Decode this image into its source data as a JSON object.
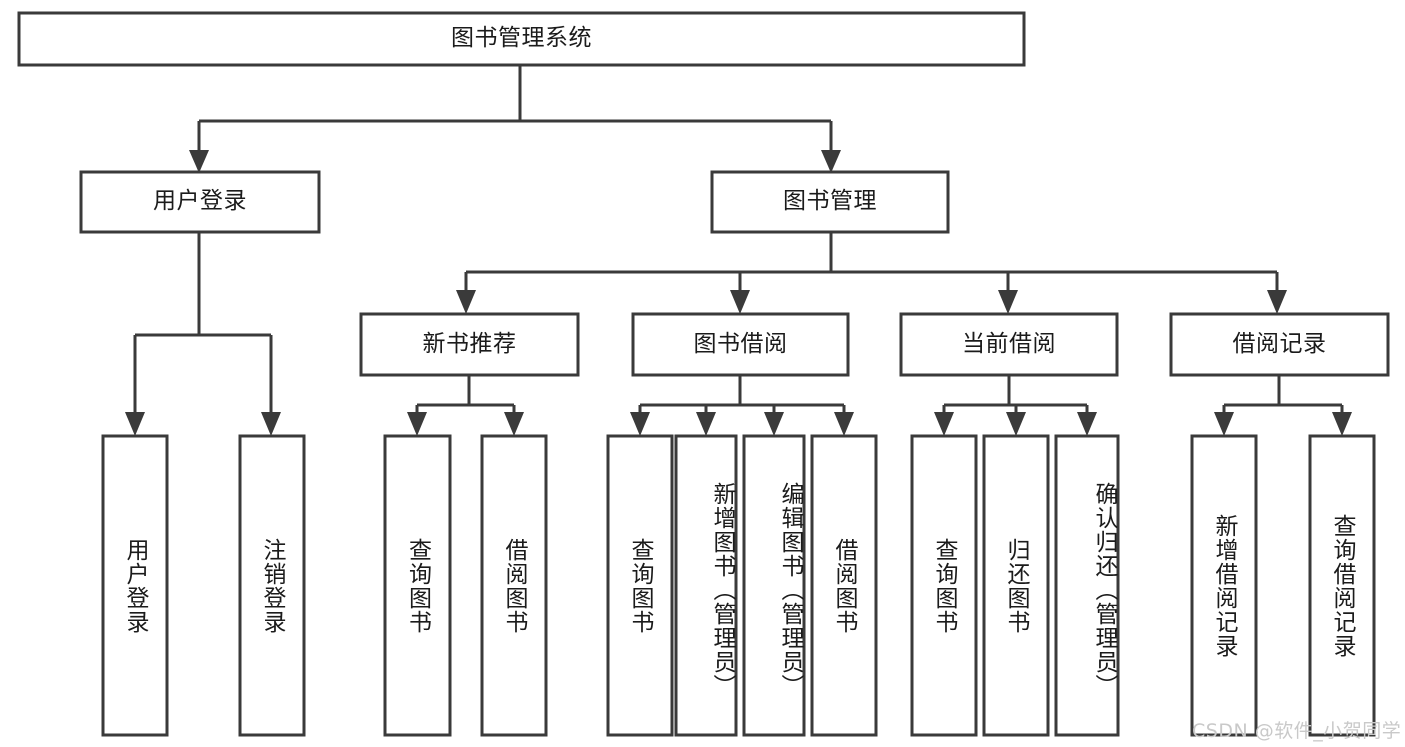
{
  "diagram": {
    "type": "tree",
    "title": "图书管理系统",
    "watermark": "CSDN @软件_小贺同学",
    "colors": {
      "stroke": "#3a3a3a",
      "fill": "#ffffff",
      "text": "#1b1b1b",
      "watermark": "#c9c9c9"
    },
    "levels": {
      "root": {
        "label": "图书管理系统"
      },
      "level2": [
        {
          "label": "用户登录"
        },
        {
          "label": "图书管理"
        }
      ],
      "level3": [
        {
          "label": "新书推荐"
        },
        {
          "label": "图书借阅"
        },
        {
          "label": "当前借阅"
        },
        {
          "label": "借阅记录"
        }
      ],
      "leaves": [
        {
          "label": "用户登录",
          "parent": "用户登录"
        },
        {
          "label": "注销登录",
          "parent": "用户登录"
        },
        {
          "label": "查询图书",
          "parent": "新书推荐"
        },
        {
          "label": "借阅图书",
          "parent": "新书推荐"
        },
        {
          "label": "查询图书",
          "parent": "图书借阅"
        },
        {
          "label": "新增图书（管理员）",
          "parent": "图书借阅"
        },
        {
          "label": "编辑图书（管理员）",
          "parent": "图书借阅"
        },
        {
          "label": "借阅图书",
          "parent": "图书借阅"
        },
        {
          "label": "查询图书",
          "parent": "当前借阅"
        },
        {
          "label": "归还图书",
          "parent": "当前借阅"
        },
        {
          "label": "确认归还（管理员）",
          "parent": "当前借阅"
        },
        {
          "label": "新增借阅记录",
          "parent": "借阅记录"
        },
        {
          "label": "查询借阅记录",
          "parent": "借阅记录"
        }
      ]
    }
  }
}
